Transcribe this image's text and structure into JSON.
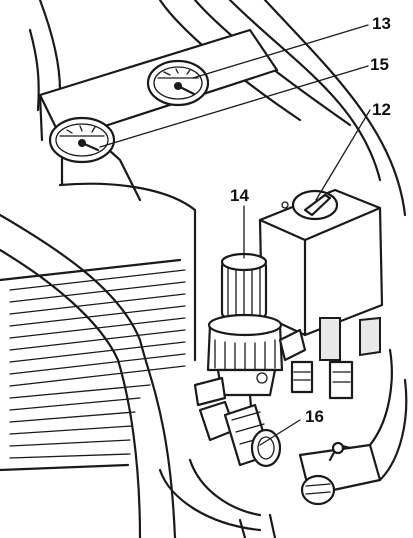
{
  "callouts": {
    "c13": "13",
    "c15": "15",
    "c12": "12",
    "c14": "14",
    "c16": "16"
  },
  "colors": {
    "line": "#1a1a1a",
    "background": "#ffffff"
  }
}
